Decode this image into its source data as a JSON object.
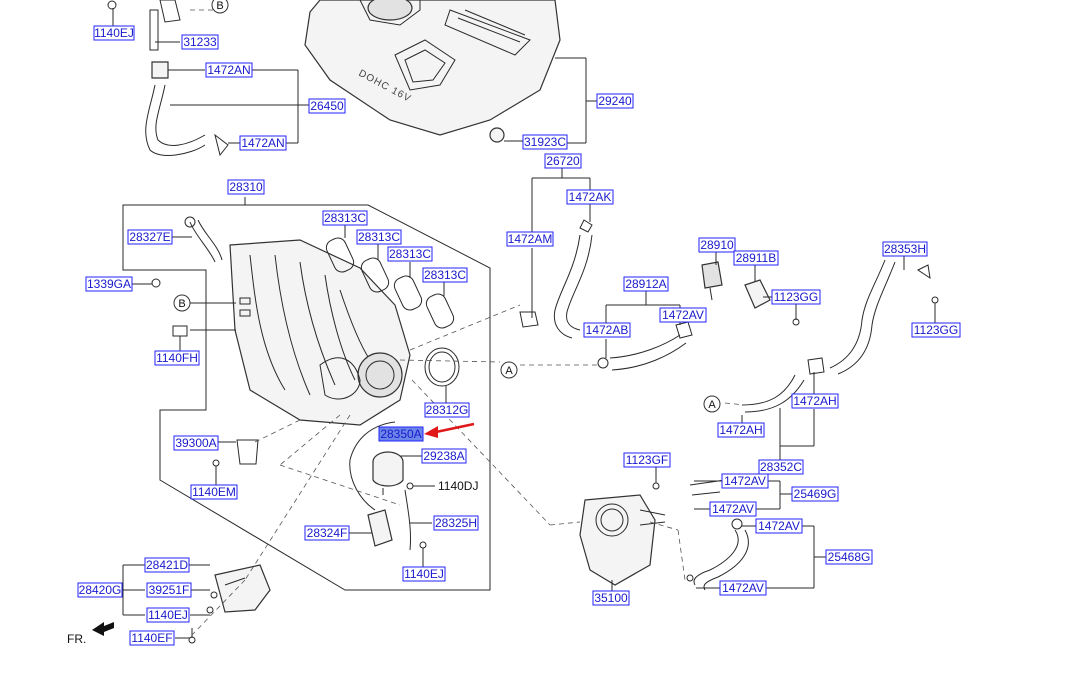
{
  "diagram": {
    "part_labels": [
      {
        "id": "l1140ej-a",
        "text": "1140EJ"
      },
      {
        "id": "l31233",
        "text": "31233"
      },
      {
        "id": "l1472an-a",
        "text": "1472AN"
      },
      {
        "id": "l26450",
        "text": "26450"
      },
      {
        "id": "l1472an-b",
        "text": "1472AN"
      },
      {
        "id": "l29240",
        "text": "29240"
      },
      {
        "id": "l31923c",
        "text": "31923C"
      },
      {
        "id": "l26720",
        "text": "26720"
      },
      {
        "id": "l1472ak",
        "text": "1472AK"
      },
      {
        "id": "l28310",
        "text": "28310"
      },
      {
        "id": "l28313c-a",
        "text": "28313C"
      },
      {
        "id": "l28313c-b",
        "text": "28313C"
      },
      {
        "id": "l28313c-c",
        "text": "28313C"
      },
      {
        "id": "l28313c-d",
        "text": "28313C"
      },
      {
        "id": "l28327e",
        "text": "28327E"
      },
      {
        "id": "l1472am",
        "text": "1472AM"
      },
      {
        "id": "l28910",
        "text": "28910"
      },
      {
        "id": "l28911b",
        "text": "28911B"
      },
      {
        "id": "l28353h",
        "text": "28353H"
      },
      {
        "id": "l1339ga",
        "text": "1339GA"
      },
      {
        "id": "l28912a",
        "text": "28912A"
      },
      {
        "id": "l1123gg-a",
        "text": "1123GG"
      },
      {
        "id": "l1472ab",
        "text": "1472AB"
      },
      {
        "id": "l1472av-a",
        "text": "1472AV"
      },
      {
        "id": "l1123gg-b",
        "text": "1123GG"
      },
      {
        "id": "l1140fh",
        "text": "1140FH"
      },
      {
        "id": "l28312g",
        "text": "28312G"
      },
      {
        "id": "l1472ah-a",
        "text": "1472AH"
      },
      {
        "id": "l1472ah-b",
        "text": "1472AH"
      },
      {
        "id": "l39300a",
        "text": "39300A"
      },
      {
        "id": "l28350a",
        "text": "28350A",
        "selected": true
      },
      {
        "id": "l29238a",
        "text": "29238A"
      },
      {
        "id": "l1123gf",
        "text": "1123GF"
      },
      {
        "id": "l28352c",
        "text": "28352C"
      },
      {
        "id": "l1140em",
        "text": "1140EM"
      },
      {
        "id": "l1472av-b",
        "text": "1472AV"
      },
      {
        "id": "l25469g",
        "text": "25469G"
      },
      {
        "id": "l1472av-c",
        "text": "1472AV"
      },
      {
        "id": "l28325h",
        "text": "28325H"
      },
      {
        "id": "l1472av-d",
        "text": "1472AV"
      },
      {
        "id": "l28324f",
        "text": "28324F"
      },
      {
        "id": "l25468g",
        "text": "25468G"
      },
      {
        "id": "l28421d",
        "text": "28421D"
      },
      {
        "id": "l1140ej-b",
        "text": "1140EJ"
      },
      {
        "id": "l28420g",
        "text": "28420G"
      },
      {
        "id": "l39251f",
        "text": "39251F"
      },
      {
        "id": "l1472av-e",
        "text": "1472AV"
      },
      {
        "id": "l35100",
        "text": "35100"
      },
      {
        "id": "l1140ej-c",
        "text": "1140EJ"
      },
      {
        "id": "l1140ef",
        "text": "1140EF"
      }
    ],
    "plain_labels": {
      "l1140dj": "1140DJ",
      "fr": "FR."
    },
    "callouts": {
      "a1": "A",
      "a2": "A",
      "b1": "B",
      "b2": "B"
    },
    "cover_text": "DOHC 16V",
    "colors": {
      "label_border": "#2222ff",
      "label_text": "#1a1acc",
      "selected_fill": "#6b86e8",
      "pointer_arrow": "#e01818"
    }
  }
}
